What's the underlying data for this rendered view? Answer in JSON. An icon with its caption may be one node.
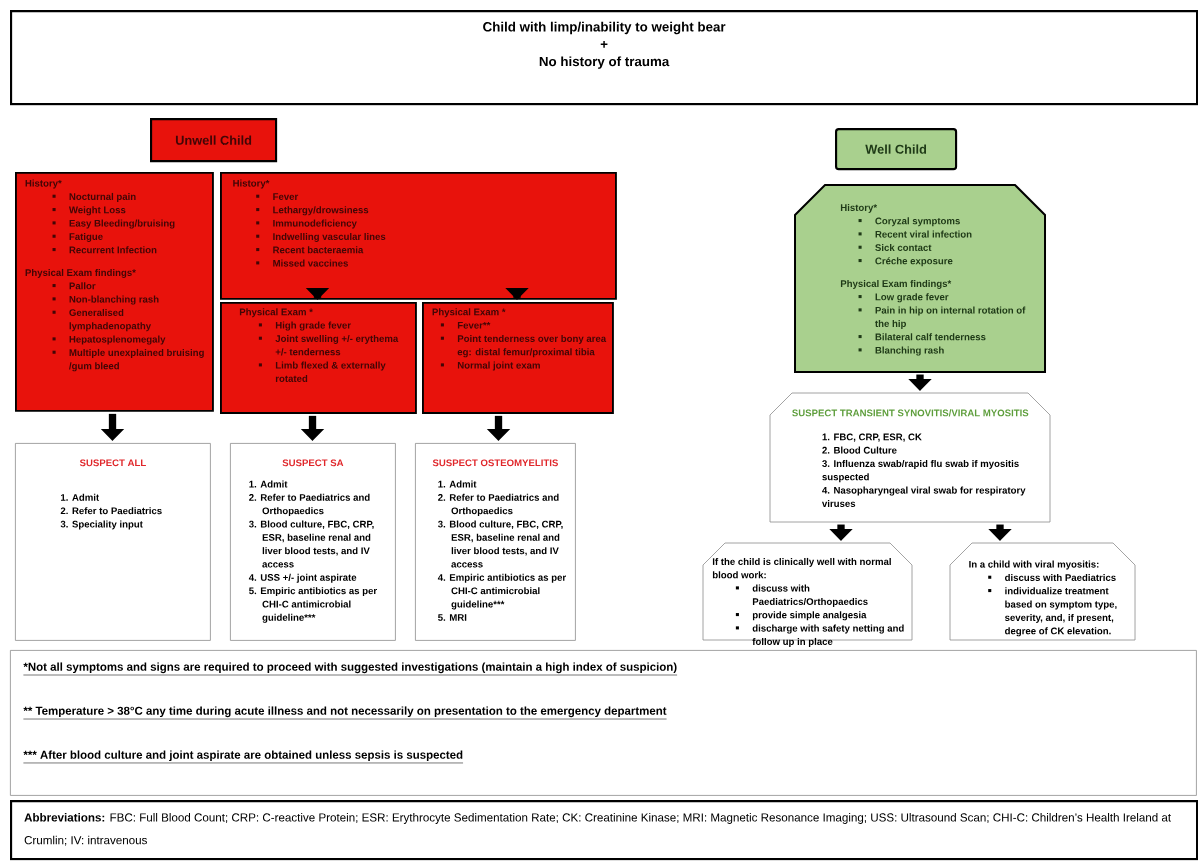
{
  "diagram": {
    "nodes": [
      {
        "text": [
          "Child with limp/inability to weight bear",
          "+",
          "No history of trauma"
        ]
      },
      {
        "text": [
          "Unwell Child"
        ]
      },
      {
        "text": [
          "Well Child"
        ]
      },
      {
        "text": [
          "History*",
          "Nocturnal pain",
          "Weight Loss",
          "Easy Bleeding/bruising",
          "Fatigue",
          "Recurrent Infection",
          "Physical Exam findings*",
          "Pallor",
          "Non-blanching rash",
          "Generalised lymphadenopathy",
          "Hepatosplenomegaly",
          "Multiple unexplained bruising /gum bleed"
        ]
      },
      {
        "text": [
          "History*",
          "Fever",
          "Lethargy/drowsiness",
          "Immunodeficiency",
          "Indwelling vascular lines",
          "Recent bacteraemia",
          "Missed vaccines"
        ]
      },
      {
        "text": [
          "Physical Exam *",
          "High grade fever",
          "Joint swelling +/- erythema +/- tenderness",
          "Limb flexed & externally rotated"
        ]
      },
      {
        "text": [
          "Physical Exam *",
          "Fever**",
          "Point tenderness over bony area eg: distal femur/proximal tibia",
          "Normal joint exam"
        ]
      },
      {
        "text": [
          "SUSPECT ALL",
          "1. Admit",
          "2. Refer to Paediatrics",
          "3. Speciality input"
        ]
      },
      {
        "text": [
          "SUSPECT SA",
          "1. Admit",
          "2. Refer to Paediatrics and Orthopaedics",
          "3. Blood culture, FBC, CRP, ESR, baseline renal and liver blood tests, and IV access",
          "4. USS +/- joint aspirate",
          "5. Empiric antibiotics as per CHI-C antimicrobial guideline***"
        ]
      },
      {
        "text": [
          "SUSPECT OSTEOMYELITIS",
          "1. Admit",
          "2. Refer to Paediatrics and Orthopaedics",
          "3. Blood culture, FBC, CRP, ESR, baseline renal and liver blood tests, and IV access",
          "4. Empiric antibiotics as per CHI-C antimicrobial guideline***",
          "5. MRI"
        ]
      },
      {
        "text": [
          "History*",
          "Coryzal symptoms",
          "Recent viral infection",
          "Sick contact",
          "Créche exposure",
          "Physical Exam findings*",
          "Low grade fever",
          "Pain in hip on internal rotation of the hip",
          "Bilateral calf tenderness",
          "Blanching rash"
        ]
      },
      {
        "text": [
          "SUSPECT TRANSIENT SYNOVITIS/VIRAL MYOSITIS",
          "1. FBC, CRP, ESR, CK",
          "2. Blood Culture",
          "3. Influenza swab/rapid flu swab if myositis suspected",
          "4. Nasopharyngeal viral swab for respiratory viruses"
        ]
      },
      {
        "text": [
          "If the child is clinically well with normal blood work:",
          "discuss with Paediatrics/Orthopaedics",
          "provide simple analgesia",
          "discharge with safety netting and follow up in place"
        ]
      },
      {
        "text": [
          "In a child with viral myositis:",
          "discuss with Paediatrics",
          "individualize treatment based on symptom type, severity, and, if present, degree of CK elevation."
        ]
      },
      {
        "text": [
          "*Not all symptoms and signs are required to proceed with suggested investigations (maintain a high index of suspicion)",
          "** Temperature > 38°C any time during acute illness and not necessarily on presentation to the emergency department",
          "*** After blood culture and joint aspirate are obtained unless sepsis is suspected"
        ]
      },
      {
        "text": [
          "**Abbreviations:** FBC: Full Blood Count; CRP: C-reactive Protein; ESR: Erythrocyte Sedimentation Rate; CK: Creatinine Kinase; MRI: Magnetic Resonance Imaging; USS: Ultrasound Scan; CHI-C: Children’s Health Ireland at Crumlin; IV: intravenous"
        ]
      }
    ],
    "edges": [
      {
        "from": 3,
        "to": 7,
        "arrow": "to"
      },
      {
        "from": 4,
        "to": 5,
        "arrow": "to"
      },
      {
        "from": 4,
        "to": 6,
        "arrow": "to"
      },
      {
        "from": 5,
        "to": 8,
        "arrow": "to"
      },
      {
        "from": 6,
        "to": 9,
        "arrow": "to"
      },
      {
        "from": 10,
        "to": 11,
        "arrow": "to"
      },
      {
        "from": 11,
        "to": 12,
        "arrow": "to"
      },
      {
        "from": 11,
        "to": 13,
        "arrow": "to"
      }
    ]
  }
}
